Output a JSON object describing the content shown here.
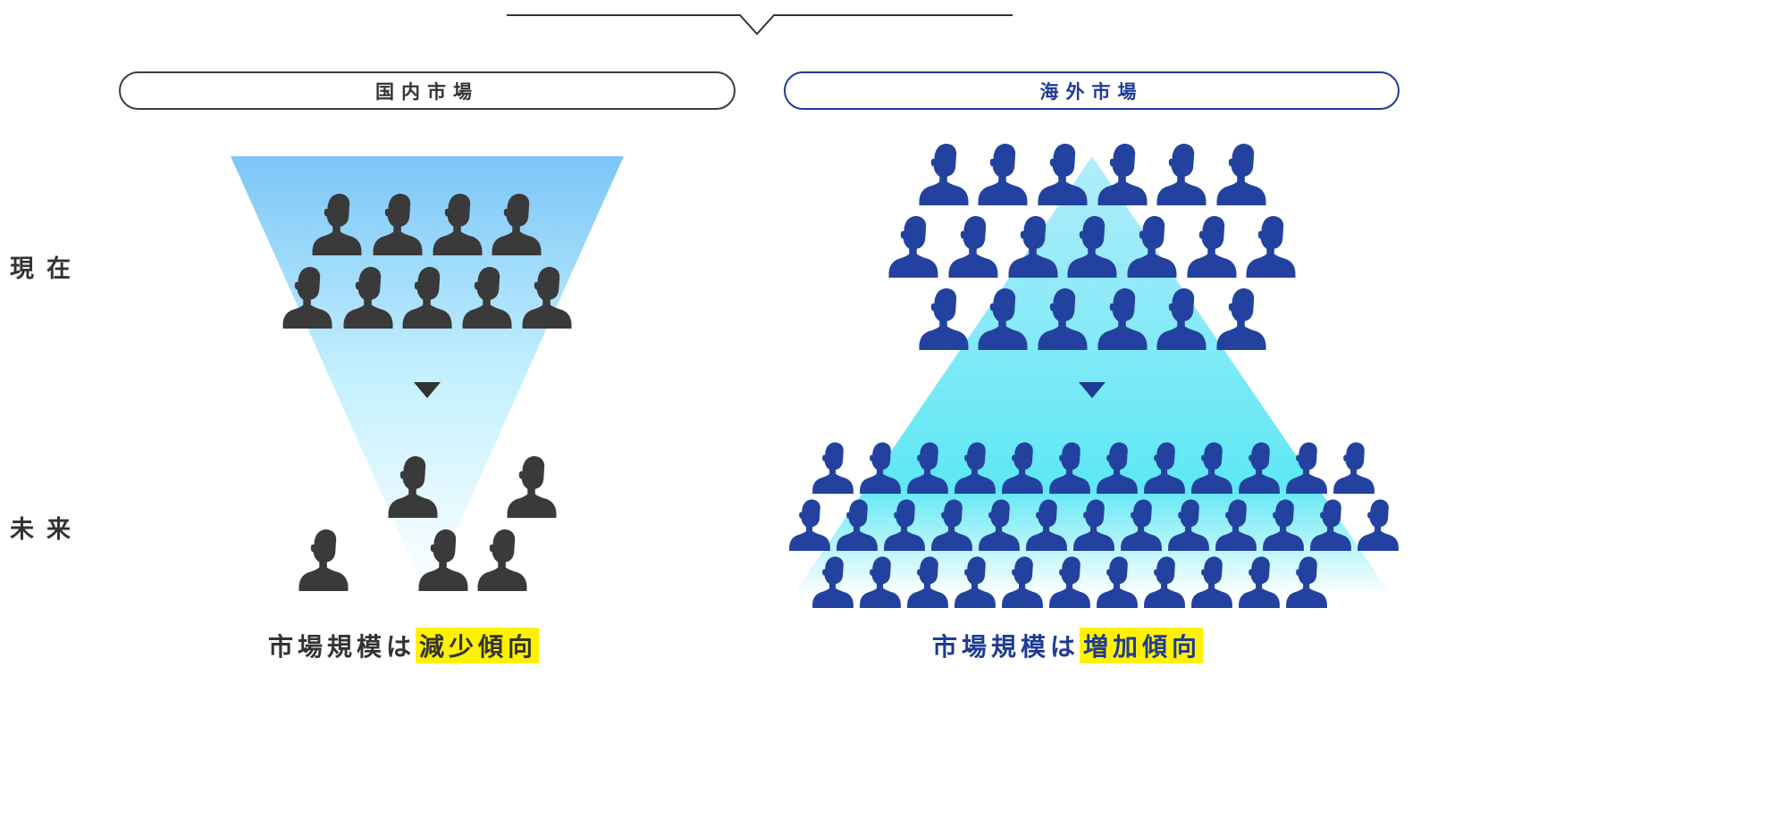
{
  "headers": {
    "domestic": "国内市場",
    "overseas": "海外市場"
  },
  "row_labels": {
    "now": "現在",
    "future": "未来"
  },
  "captions": {
    "domestic": {
      "prefix": "市場規模は",
      "highlight": "減少傾向"
    },
    "overseas": {
      "prefix": "市場規模は",
      "highlight": "増加傾向"
    }
  },
  "people_counts": {
    "domestic_now": 9,
    "domestic_future": 5,
    "overseas_now": 19,
    "overseas_future": 36
  },
  "colors": {
    "text_dark": "#333333",
    "person_dark": "#3a3a3a",
    "person_blue": "#2342a0",
    "accent_blue": "#1e3c96",
    "highlight": "#fff200",
    "funnel_top": "#7cc6f7",
    "triangle_mid": "#5ee4f5"
  },
  "icons": {
    "person": "person-silhouette-icon",
    "down_arrow": "down-triangle-icon"
  }
}
